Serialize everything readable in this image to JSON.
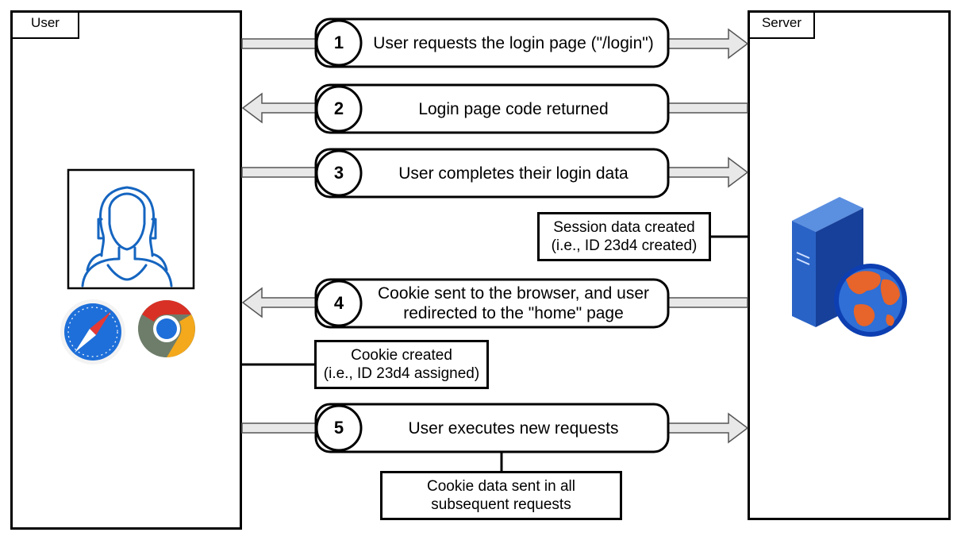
{
  "lanes": {
    "user_label": "User",
    "server_label": "Server"
  },
  "steps": [
    {
      "number": "1",
      "text": "User requests the login page (\"/login\")",
      "direction": "to-server"
    },
    {
      "number": "2",
      "text": "Login page code returned",
      "direction": "to-user"
    },
    {
      "number": "3",
      "text": "User completes their login data",
      "direction": "to-server"
    },
    {
      "number": "4",
      "line1": "Cookie sent to the browser, and user",
      "line2": "redirected to the \"home\" page",
      "direction": "to-user"
    },
    {
      "number": "5",
      "text": "User executes new requests",
      "direction": "to-server"
    }
  ],
  "notes": {
    "session": {
      "line1": "Session data created",
      "line2": "(i.e., ID 23d4 created)"
    },
    "cookie": {
      "line1": "Cookie created",
      "line2": "(i.e., ID 23d4 assigned)"
    },
    "subsequent": {
      "line1": "Cookie data sent in all",
      "line2": "subsequent requests"
    }
  },
  "icons": {
    "user": "user-avatar-icon",
    "safari": "safari-browser-icon",
    "chrome": "chrome-browser-icon",
    "server": "web-server-icon"
  },
  "colors": {
    "avatar_stroke": "#1565c0",
    "arrow_fill": "#e8e8e8",
    "safari_blue": "#1e6fd9",
    "chrome_red": "#d93025",
    "chrome_yellow": "#f4a81c",
    "chrome_green": "#6e7d6a",
    "server_blue": "#2a63c6",
    "globe_orange": "#e7642a"
  }
}
